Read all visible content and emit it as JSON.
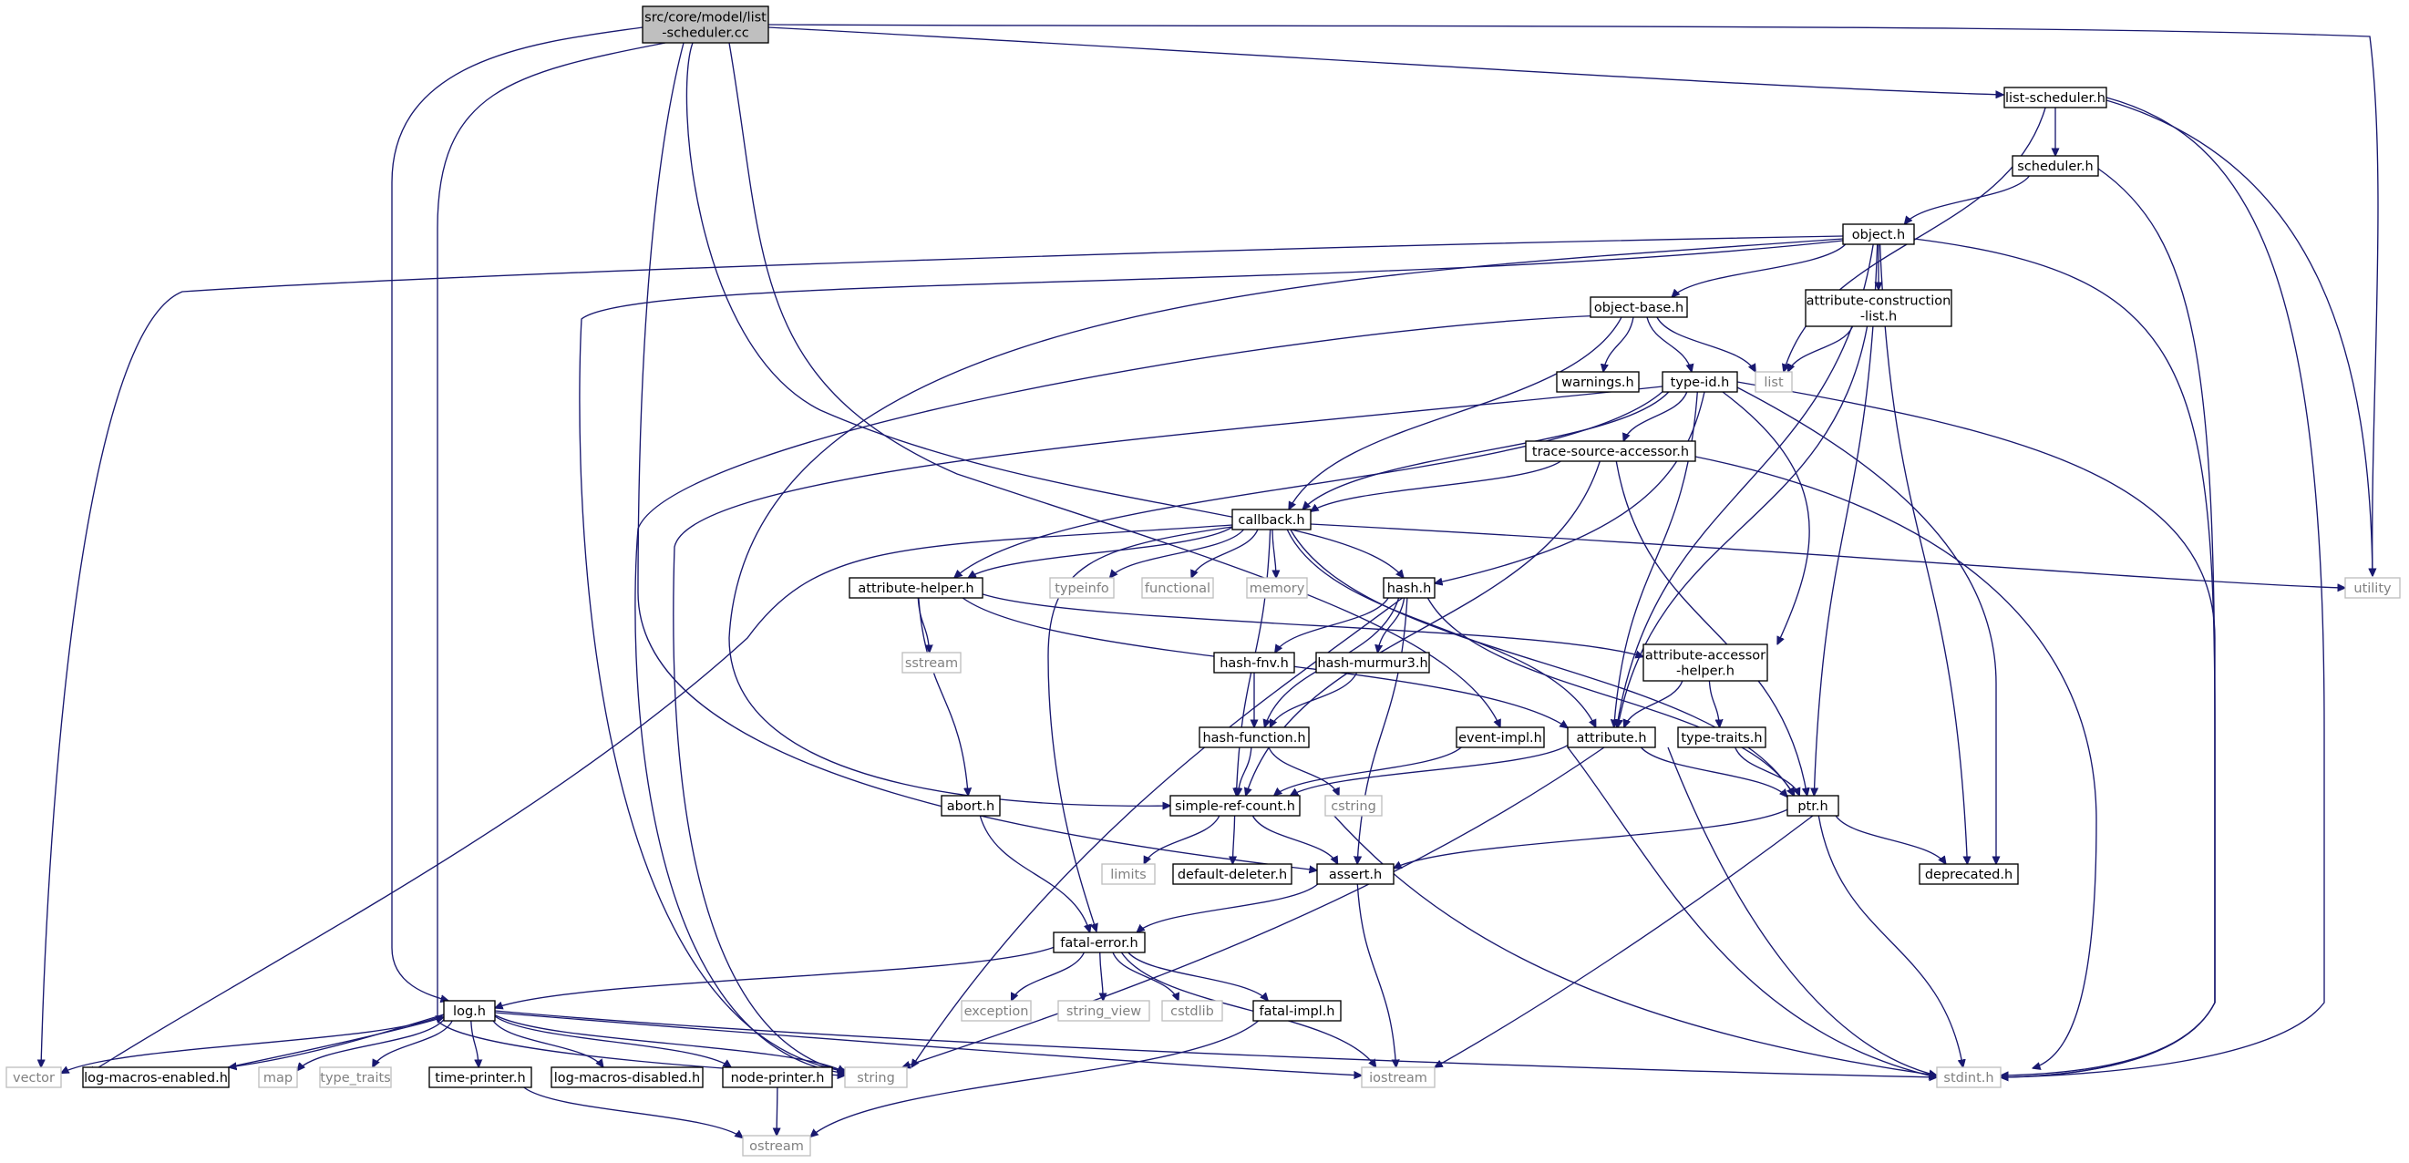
{
  "graph": {
    "root": "n_root",
    "nodes": [
      {
        "id": "n_root",
        "lines": [
          "src/core/model/list",
          "-scheduler.cc"
        ],
        "kind": "root"
      },
      {
        "id": "n_listsch",
        "lines": [
          "list-scheduler.h"
        ],
        "kind": "user"
      },
      {
        "id": "n_scheduler",
        "lines": [
          "scheduler.h"
        ],
        "kind": "user"
      },
      {
        "id": "n_object",
        "lines": [
          "object.h"
        ],
        "kind": "user"
      },
      {
        "id": "n_objbase",
        "lines": [
          "object-base.h"
        ],
        "kind": "user"
      },
      {
        "id": "n_attrcons",
        "lines": [
          "attribute-construction",
          "-list.h"
        ],
        "kind": "user"
      },
      {
        "id": "n_warnings",
        "lines": [
          "warnings.h"
        ],
        "kind": "user"
      },
      {
        "id": "n_typeid",
        "lines": [
          "type-id.h"
        ],
        "kind": "user"
      },
      {
        "id": "n_list",
        "lines": [
          "list"
        ],
        "kind": "sys"
      },
      {
        "id": "n_trace",
        "lines": [
          "trace-source-accessor.h"
        ],
        "kind": "user"
      },
      {
        "id": "n_callback",
        "lines": [
          "callback.h"
        ],
        "kind": "user"
      },
      {
        "id": "n_attrhelper",
        "lines": [
          "attribute-helper.h"
        ],
        "kind": "user"
      },
      {
        "id": "n_typeinfo",
        "lines": [
          "typeinfo"
        ],
        "kind": "sys"
      },
      {
        "id": "n_functional",
        "lines": [
          "functional"
        ],
        "kind": "sys"
      },
      {
        "id": "n_memory",
        "lines": [
          "memory"
        ],
        "kind": "sys"
      },
      {
        "id": "n_hash",
        "lines": [
          "hash.h"
        ],
        "kind": "user"
      },
      {
        "id": "n_utility",
        "lines": [
          "utility"
        ],
        "kind": "sys"
      },
      {
        "id": "n_sstream",
        "lines": [
          "sstream"
        ],
        "kind": "sys"
      },
      {
        "id": "n_hashfnv",
        "lines": [
          "hash-fnv.h"
        ],
        "kind": "user"
      },
      {
        "id": "n_hashmur",
        "lines": [
          "hash-murmur3.h"
        ],
        "kind": "user"
      },
      {
        "id": "n_attracc",
        "lines": [
          "attribute-accessor",
          "-helper.h"
        ],
        "kind": "user"
      },
      {
        "id": "n_hashfunc",
        "lines": [
          "hash-function.h"
        ],
        "kind": "user"
      },
      {
        "id": "n_eventimpl",
        "lines": [
          "event-impl.h"
        ],
        "kind": "user"
      },
      {
        "id": "n_attribute",
        "lines": [
          "attribute.h"
        ],
        "kind": "user"
      },
      {
        "id": "n_typetraitsh",
        "lines": [
          "type-traits.h"
        ],
        "kind": "user"
      },
      {
        "id": "n_abort",
        "lines": [
          "abort.h"
        ],
        "kind": "user"
      },
      {
        "id": "n_srefcount",
        "lines": [
          "simple-ref-count.h"
        ],
        "kind": "user"
      },
      {
        "id": "n_cstring",
        "lines": [
          "cstring"
        ],
        "kind": "sys"
      },
      {
        "id": "n_ptr",
        "lines": [
          "ptr.h"
        ],
        "kind": "user"
      },
      {
        "id": "n_limits",
        "lines": [
          "limits"
        ],
        "kind": "sys"
      },
      {
        "id": "n_defdel",
        "lines": [
          "default-deleter.h"
        ],
        "kind": "user"
      },
      {
        "id": "n_assert",
        "lines": [
          "assert.h"
        ],
        "kind": "user"
      },
      {
        "id": "n_deprecated",
        "lines": [
          "deprecated.h"
        ],
        "kind": "user"
      },
      {
        "id": "n_fatalerr",
        "lines": [
          "fatal-error.h"
        ],
        "kind": "user"
      },
      {
        "id": "n_log",
        "lines": [
          "log.h"
        ],
        "kind": "user"
      },
      {
        "id": "n_exception",
        "lines": [
          "exception"
        ],
        "kind": "sys"
      },
      {
        "id": "n_stringview",
        "lines": [
          "string_view"
        ],
        "kind": "sys"
      },
      {
        "id": "n_cstdlib",
        "lines": [
          "cstdlib"
        ],
        "kind": "sys"
      },
      {
        "id": "n_fatalimpl",
        "lines": [
          "fatal-impl.h"
        ],
        "kind": "user"
      },
      {
        "id": "n_vector",
        "lines": [
          "vector"
        ],
        "kind": "sys"
      },
      {
        "id": "n_logenabled",
        "lines": [
          "log-macros-enabled.h"
        ],
        "kind": "user"
      },
      {
        "id": "n_map",
        "lines": [
          "map"
        ],
        "kind": "sys"
      },
      {
        "id": "n_typetraits",
        "lines": [
          "type_traits"
        ],
        "kind": "sys"
      },
      {
        "id": "n_timeprinter",
        "lines": [
          "time-printer.h"
        ],
        "kind": "user"
      },
      {
        "id": "n_logdisabled",
        "lines": [
          "log-macros-disabled.h"
        ],
        "kind": "user"
      },
      {
        "id": "n_nodeprinter",
        "lines": [
          "node-printer.h"
        ],
        "kind": "user"
      },
      {
        "id": "n_string",
        "lines": [
          "string"
        ],
        "kind": "sys"
      },
      {
        "id": "n_iostream",
        "lines": [
          "iostream"
        ],
        "kind": "sys"
      },
      {
        "id": "n_stdint",
        "lines": [
          "stdint.h"
        ],
        "kind": "sys"
      },
      {
        "id": "n_ostream",
        "lines": [
          "ostream"
        ],
        "kind": "sys"
      }
    ],
    "edges": [
      [
        "n_root",
        "n_listsch"
      ],
      [
        "n_root",
        "n_utility"
      ],
      [
        "n_root",
        "n_log"
      ],
      [
        "n_root",
        "n_string"
      ],
      [
        "n_root",
        "n_assert"
      ],
      [
        "n_root",
        "n_eventimpl"
      ],
      [
        "n_root",
        "n_hash"
      ],
      [
        "n_listsch",
        "n_scheduler"
      ],
      [
        "n_listsch",
        "n_list"
      ],
      [
        "n_listsch",
        "n_utility"
      ],
      [
        "n_listsch",
        "n_stdint"
      ],
      [
        "n_scheduler",
        "n_object"
      ],
      [
        "n_scheduler",
        "n_stdint"
      ],
      [
        "n_object",
        "n_objbase"
      ],
      [
        "n_object",
        "n_attrcons"
      ],
      [
        "n_object",
        "n_attribute"
      ],
      [
        "n_object",
        "n_ptr"
      ],
      [
        "n_object",
        "n_deprecated"
      ],
      [
        "n_object",
        "n_stdint"
      ],
      [
        "n_object",
        "n_srefcount"
      ],
      [
        "n_object",
        "n_string"
      ],
      [
        "n_object",
        "n_vector"
      ],
      [
        "n_objbase",
        "n_warnings"
      ],
      [
        "n_objbase",
        "n_typeid"
      ],
      [
        "n_objbase",
        "n_list"
      ],
      [
        "n_objbase",
        "n_callback"
      ],
      [
        "n_objbase",
        "n_string"
      ],
      [
        "n_attrcons",
        "n_list"
      ],
      [
        "n_attrcons",
        "n_attribute"
      ],
      [
        "n_typeid",
        "n_trace"
      ],
      [
        "n_typeid",
        "n_callback"
      ],
      [
        "n_typeid",
        "n_attrhelper"
      ],
      [
        "n_typeid",
        "n_hash"
      ],
      [
        "n_typeid",
        "n_attracc"
      ],
      [
        "n_typeid",
        "n_attribute"
      ],
      [
        "n_typeid",
        "n_string"
      ],
      [
        "n_typeid",
        "n_stdint"
      ],
      [
        "n_typeid",
        "n_deprecated"
      ],
      [
        "n_trace",
        "n_callback"
      ],
      [
        "n_trace",
        "n_srefcount"
      ],
      [
        "n_trace",
        "n_ptr"
      ],
      [
        "n_trace",
        "n_stdint"
      ],
      [
        "n_callback",
        "n_attrhelper"
      ],
      [
        "n_callback",
        "n_typeinfo"
      ],
      [
        "n_callback",
        "n_functional"
      ],
      [
        "n_callback",
        "n_memory"
      ],
      [
        "n_callback",
        "n_utility"
      ],
      [
        "n_callback",
        "n_attribute"
      ],
      [
        "n_callback",
        "n_ptr"
      ],
      [
        "n_callback",
        "n_srefcount"
      ],
      [
        "n_callback",
        "n_fatalerr"
      ],
      [
        "n_callback",
        "n_vector"
      ],
      [
        "n_attrhelper",
        "n_sstream"
      ],
      [
        "n_attrhelper",
        "n_abort"
      ],
      [
        "n_attrhelper",
        "n_attracc"
      ],
      [
        "n_attrhelper",
        "n_attribute"
      ],
      [
        "n_hash",
        "n_hashfnv"
      ],
      [
        "n_hash",
        "n_hashmur"
      ],
      [
        "n_hash",
        "n_hashfunc"
      ],
      [
        "n_hash",
        "n_assert"
      ],
      [
        "n_hash",
        "n_ptr"
      ],
      [
        "n_hash",
        "n_string"
      ],
      [
        "n_hashfnv",
        "n_hashfunc"
      ],
      [
        "n_hashmur",
        "n_hashfunc"
      ],
      [
        "n_hashfunc",
        "n_srefcount"
      ],
      [
        "n_hashfunc",
        "n_cstring"
      ],
      [
        "n_attracc",
        "n_attribute"
      ],
      [
        "n_attracc",
        "n_typetraitsh"
      ],
      [
        "n_typetraitsh",
        "n_ptr"
      ],
      [
        "n_eventimpl",
        "n_srefcount"
      ],
      [
        "n_eventimpl",
        "n_stdint"
      ],
      [
        "n_attribute",
        "n_srefcount"
      ],
      [
        "n_attribute",
        "n_ptr"
      ],
      [
        "n_attribute",
        "n_string"
      ],
      [
        "n_attribute",
        "n_stdint"
      ],
      [
        "n_abort",
        "n_fatalerr"
      ],
      [
        "n_srefcount",
        "n_limits"
      ],
      [
        "n_srefcount",
        "n_defdel"
      ],
      [
        "n_srefcount",
        "n_assert"
      ],
      [
        "n_srefcount",
        "n_stdint"
      ],
      [
        "n_ptr",
        "n_assert"
      ],
      [
        "n_ptr",
        "n_deprecated"
      ],
      [
        "n_ptr",
        "n_iostream"
      ],
      [
        "n_ptr",
        "n_stdint"
      ],
      [
        "n_assert",
        "n_fatalerr"
      ],
      [
        "n_assert",
        "n_iostream"
      ],
      [
        "n_fatalerr",
        "n_log"
      ],
      [
        "n_fatalerr",
        "n_exception"
      ],
      [
        "n_fatalerr",
        "n_stringview"
      ],
      [
        "n_fatalerr",
        "n_cstdlib"
      ],
      [
        "n_fatalerr",
        "n_fatalimpl"
      ],
      [
        "n_fatalerr",
        "n_iostream"
      ],
      [
        "n_fatalimpl",
        "n_ostream"
      ],
      [
        "n_log",
        "n_vector"
      ],
      [
        "n_log",
        "n_logenabled"
      ],
      [
        "n_log",
        "n_map"
      ],
      [
        "n_log",
        "n_typetraits"
      ],
      [
        "n_log",
        "n_timeprinter"
      ],
      [
        "n_log",
        "n_logdisabled"
      ],
      [
        "n_log",
        "n_nodeprinter"
      ],
      [
        "n_log",
        "n_string"
      ],
      [
        "n_log",
        "n_iostream"
      ],
      [
        "n_log",
        "n_stdint"
      ],
      [
        "n_logenabled",
        "n_log"
      ],
      [
        "n_timeprinter",
        "n_ostream"
      ],
      [
        "n_nodeprinter",
        "n_ostream"
      ]
    ]
  }
}
